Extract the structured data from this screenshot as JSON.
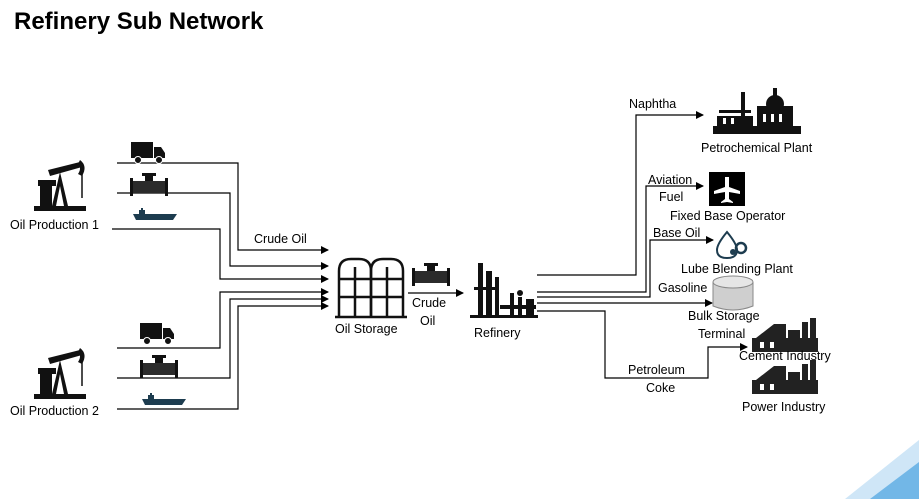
{
  "title": "Refinery Sub Network",
  "nodes": {
    "oil_production_1": "Oil Production 1",
    "oil_production_2": "Oil Production 2",
    "oil_storage": "Oil Storage",
    "refinery": "Refinery",
    "petrochemical_plant": "Petrochemical Plant",
    "fixed_base_operator": "Fixed Base Operator",
    "lube_blending_plant": "Lube Blending Plant",
    "bulk_storage_1": "Bulk Storage",
    "bulk_storage_2": "Terminal",
    "cement_industry": "Cement Industry",
    "power_industry": "Power Industry"
  },
  "flows": {
    "crude_oil_in": "Crude Oil",
    "crude_oil_mid_1": "Crude",
    "crude_oil_mid_2": "Oil",
    "naphtha": "Naphtha",
    "aviation_fuel_1": "Aviation",
    "aviation_fuel_2": "Fuel",
    "base_oil": "Base Oil",
    "gasoline": "Gasoline",
    "petroleum_coke_1": "Petroleum",
    "petroleum_coke_2": "Coke"
  },
  "icons": [
    "oil-pump-icon",
    "truck-icon",
    "pipeline-icon",
    "tanker-ship-icon",
    "storage-tanks-icon",
    "refinery-icon",
    "petrochemical-plant-icon",
    "airplane-icon",
    "lube-oil-icon",
    "bulk-tank-icon",
    "cement-plant-icon",
    "power-plant-icon"
  ],
  "colors": {
    "line": "#000000",
    "accent_corner": "#4aa3df"
  }
}
